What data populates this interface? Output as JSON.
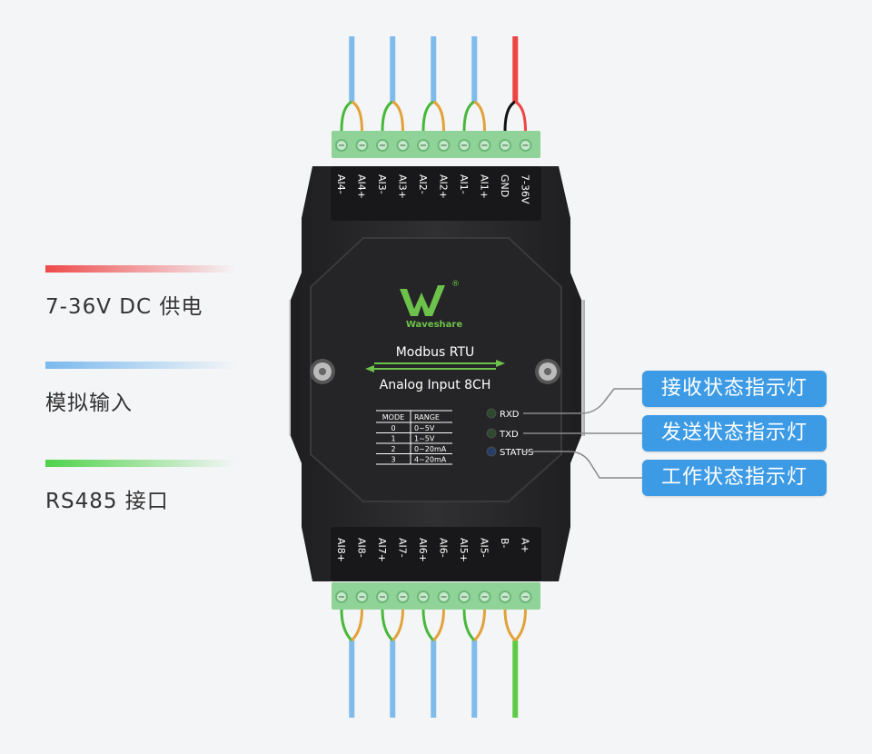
{
  "legend": [
    {
      "label": "7-36V DC 供电",
      "color": "#ef4a4a"
    },
    {
      "label": "模拟输入",
      "color": "#79b9ee"
    },
    {
      "label": "RS485 接口",
      "color": "#4fd24a"
    }
  ],
  "callouts": [
    {
      "label": "接收状态指示灯"
    },
    {
      "label": "发送状态指示灯"
    },
    {
      "label": "工作状态指示灯"
    }
  ],
  "top_pins": [
    "AI4-",
    "AI4+",
    "AI3-",
    "AI3+",
    "AI2-",
    "AI2+",
    "AI1-",
    "AI1+",
    "GND",
    "7-36V"
  ],
  "bottom_pins": [
    "AI8+",
    "AI8-",
    "AI7+",
    "AI7-",
    "AI6+",
    "AI6-",
    "AI5+",
    "AI5-",
    "B-",
    "A+"
  ],
  "device": {
    "brand": "Waveshare",
    "model_line1": "Modbus RTU",
    "model_line2": "Analog Input 8CH",
    "leds": [
      {
        "label": "RXD",
        "color": "#2e4a2e"
      },
      {
        "label": "TXD",
        "color": "#2e4a2e"
      },
      {
        "label": "STATUS",
        "color": "#24406a"
      }
    ],
    "table": {
      "headers": [
        "MODE",
        "RANGE"
      ],
      "rows": [
        [
          "0",
          "0~5V"
        ],
        [
          "1",
          "1~5V"
        ],
        [
          "2",
          "0~20mA"
        ],
        [
          "3",
          "4~20mA"
        ]
      ]
    }
  },
  "colors": {
    "callout_bg": "#3d9be6",
    "device_body": "#2a2a2c",
    "terminal": "#8fd398",
    "wire_blue": "#7fbcec",
    "wire_red": "#ee4444",
    "wire_green": "#5ccc44"
  }
}
